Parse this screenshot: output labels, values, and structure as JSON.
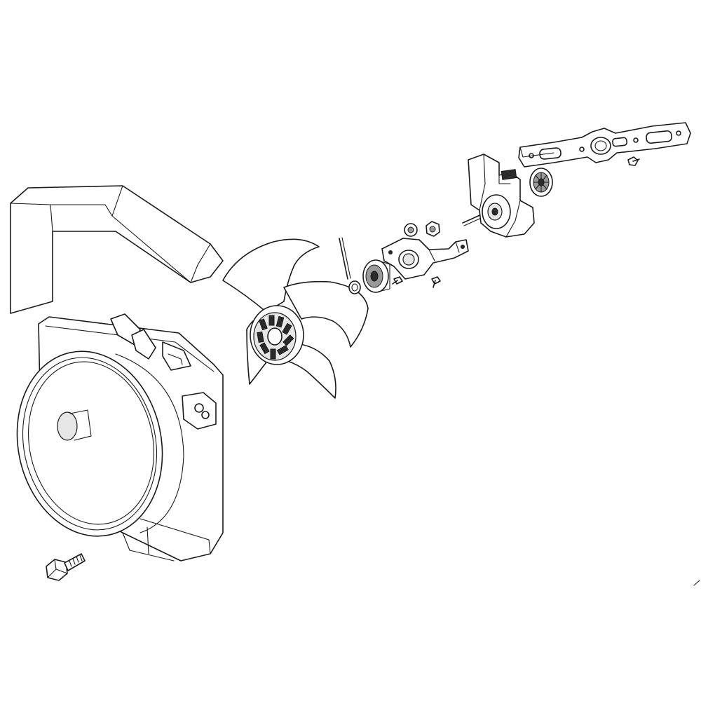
{
  "diagram": {
    "type": "exploded-parts-view",
    "colors": {
      "line": "#1a1a1a",
      "background": "#ffffff",
      "shade": "#9a9a9a"
    },
    "parts": [
      "air-duct",
      "fan-shroud",
      "shroud-screw",
      "fan-blade",
      "fan-pin",
      "bushing",
      "motor-hub",
      "nut-small",
      "nut-large",
      "motor-bracket",
      "bracket-screw",
      "fan-motor",
      "motor-shaft",
      "motor-pulley",
      "mounting-bar",
      "mounting-bar-screw"
    ]
  }
}
